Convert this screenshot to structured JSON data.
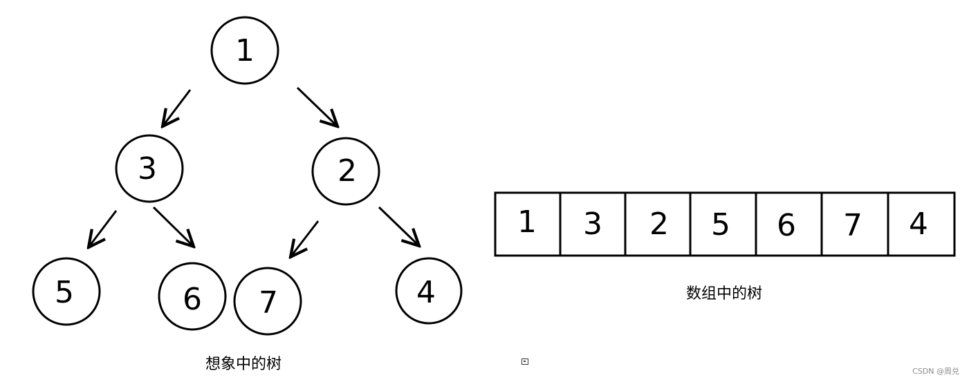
{
  "tree": {
    "caption": "想象中的树",
    "nodes": [
      {
        "id": "n1",
        "label": "1"
      },
      {
        "id": "n3",
        "label": "3"
      },
      {
        "id": "n2",
        "label": "2"
      },
      {
        "id": "n5",
        "label": "5"
      },
      {
        "id": "n6",
        "label": "6"
      },
      {
        "id": "n7",
        "label": "7"
      },
      {
        "id": "n4",
        "label": "4"
      }
    ],
    "edges": [
      {
        "from": "1",
        "to": "3"
      },
      {
        "from": "1",
        "to": "2"
      },
      {
        "from": "3",
        "to": "5"
      },
      {
        "from": "3",
        "to": "6"
      },
      {
        "from": "2",
        "to": "7"
      },
      {
        "from": "2",
        "to": "4"
      }
    ]
  },
  "array": {
    "caption": "数组中的树",
    "cells": [
      "1",
      "3",
      "2",
      "5",
      "6",
      "7",
      "4"
    ]
  },
  "watermark": "CSDN @周兑"
}
